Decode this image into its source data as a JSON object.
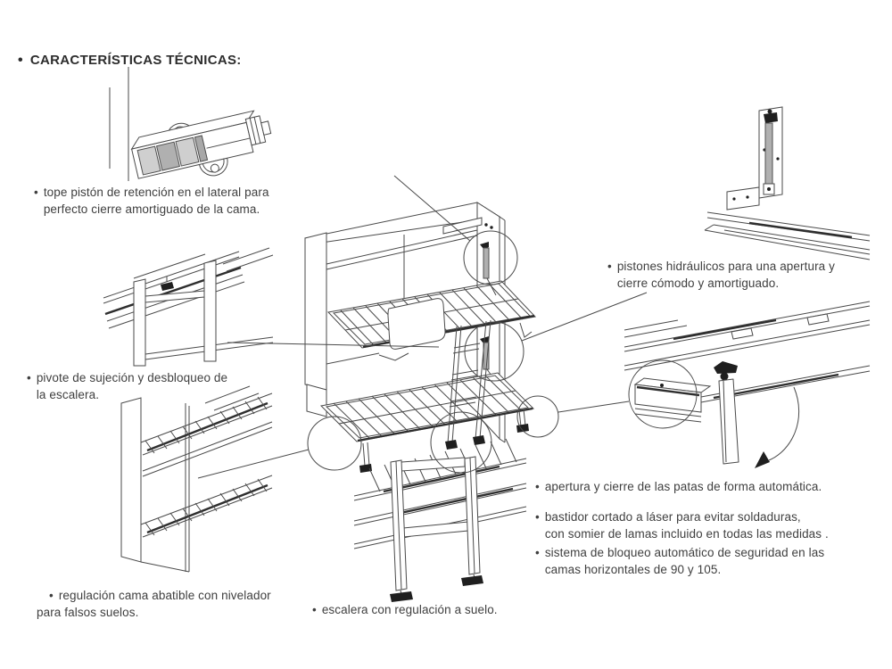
{
  "bullet": "•",
  "title": "CARACTERÍSTICAS TÉCNICAS:",
  "notes": {
    "tope": {
      "l1": "tope pistón de retención en el lateral para",
      "l2": "perfecto cierre amortiguado de la cama."
    },
    "pivote": {
      "l1": "pivote de sujeción y desbloqueo de",
      "l2": "la escalera."
    },
    "regulacion": {
      "l1": "regulación cama abatible con nivelador",
      "l2": "para falsos suelos."
    },
    "escalera": {
      "l1": "escalera con regulación a suelo."
    },
    "pistones": {
      "l1": "pistones hidráulicos para una apertura y",
      "l2": "cierre cómodo y amortiguado."
    },
    "apertura": {
      "l1": "apertura y cierre de las patas de forma automática."
    },
    "bastidor": {
      "l1": "bastidor cortado a láser para evitar soldaduras,",
      "l2": "con somier de lamas incluido en todas las medidas ."
    },
    "sistema": {
      "l1": "sistema de bloqueo automático de seguridad en las",
      "l2": "camas horizontales de 90 y 105."
    }
  },
  "colors": {
    "background": "#ffffff",
    "line": "#4a4a4a",
    "text": "#3f3f3f",
    "piston_gray": "#b0b0b0",
    "black_fill": "#1f1f1f"
  }
}
